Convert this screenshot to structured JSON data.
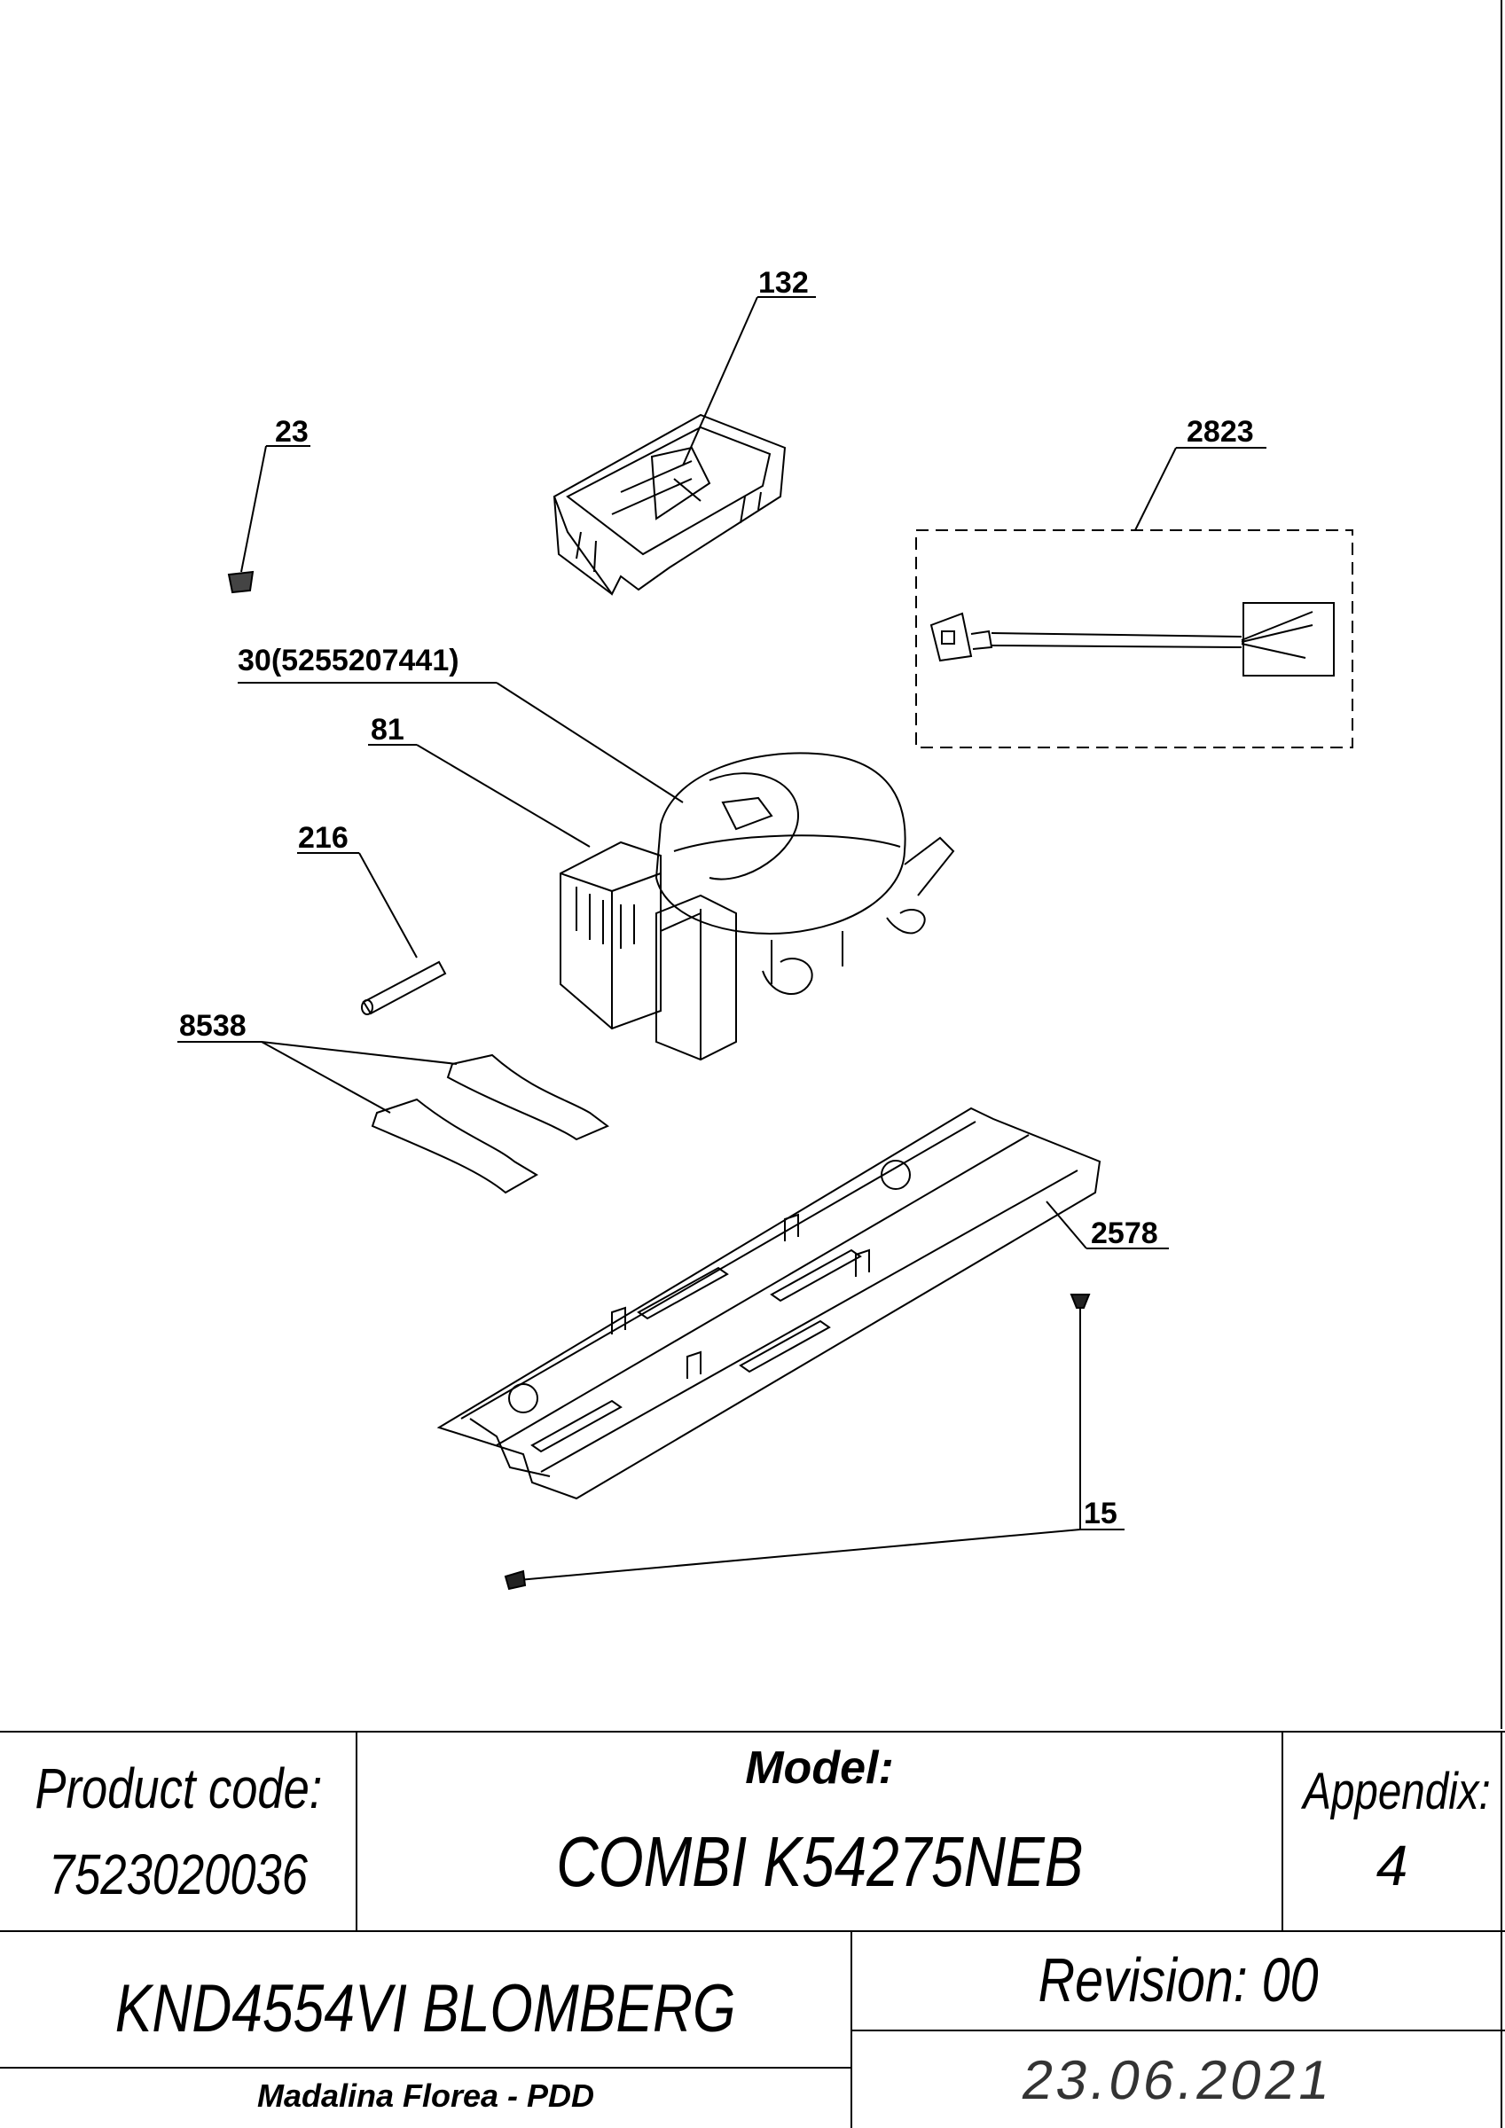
{
  "diagram": {
    "callouts": [
      {
        "id": "132",
        "label": "132"
      },
      {
        "id": "23",
        "label": "23"
      },
      {
        "id": "2823",
        "label": "2823"
      },
      {
        "id": "30",
        "label": "30(5255207441)"
      },
      {
        "id": "81",
        "label": "81"
      },
      {
        "id": "216",
        "label": "216"
      },
      {
        "id": "8538",
        "label": "8538"
      },
      {
        "id": "2578",
        "label": "2578"
      },
      {
        "id": "15",
        "label": "15"
      }
    ]
  },
  "title_block": {
    "product_code_label": "Product code:",
    "product_code": "7523020036",
    "model_label": "Model:",
    "model": "COMBI K54275NEB",
    "appendix_label": "Appendix:",
    "appendix": "4",
    "product_name": "KND4554VI BLOMBERG",
    "revision": "Revision: 00",
    "author": "Madalina Florea - PDD",
    "date": "23.06.2021"
  }
}
